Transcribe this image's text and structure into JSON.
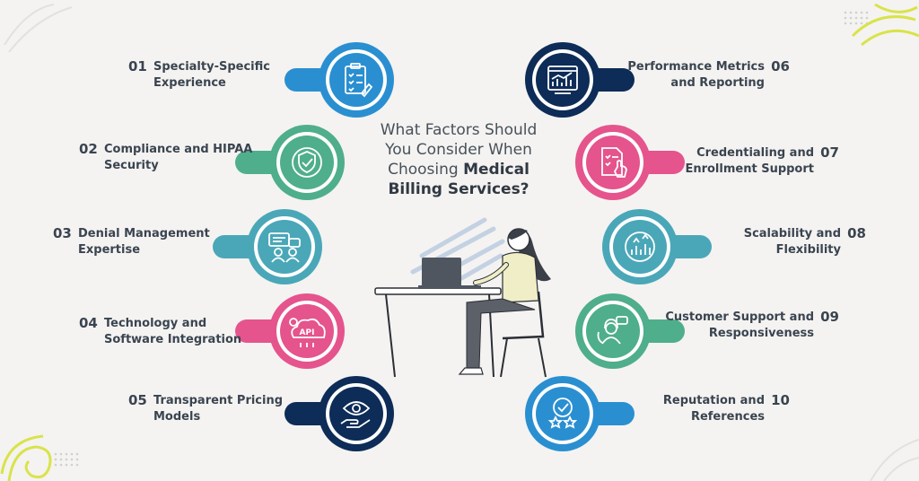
{
  "title": {
    "line1": "What Factors Should",
    "line2": "You Consider When",
    "line3_plain": "Choosing ",
    "line3_bold": "Medical",
    "line4_bold": "Billing Services?"
  },
  "colors": {
    "background": "#f4f3f1",
    "blue": "#2a8fd1",
    "green": "#4fae8b",
    "teal": "#4aa7b8",
    "pink": "#e5548c",
    "navy": "#0d2c57",
    "accent_yellow": "#d9e34a"
  },
  "factors": [
    {
      "num": "01",
      "line1": "Specialty-Specific",
      "line2": "Experience",
      "color": "#2a8fd1",
      "icon": "clipboard-checklist-icon"
    },
    {
      "num": "02",
      "line1": "Compliance and HIPAA",
      "line2": "Security",
      "color": "#4fae8b",
      "icon": "shield-check-icon"
    },
    {
      "num": "03",
      "line1": "Denial Management",
      "line2": "Expertise",
      "color": "#4aa7b8",
      "icon": "discussion-icon"
    },
    {
      "num": "04",
      "line1": "Technology and",
      "line2": "Software Integration",
      "color": "#e5548c",
      "icon": "api-cloud-icon"
    },
    {
      "num": "05",
      "line1": "Transparent Pricing",
      "line2": "Models",
      "color": "#0d2c57",
      "icon": "eye-hand-icon"
    },
    {
      "num": "06",
      "line1": "Performance Metrics",
      "line2": "and Reporting",
      "color": "#0d2c57",
      "icon": "dashboard-chart-icon"
    },
    {
      "num": "07",
      "line1": "Credentialing and",
      "line2": "Enrollment Support",
      "color": "#e5548c",
      "icon": "document-touch-icon"
    },
    {
      "num": "08",
      "line1": "Scalability and",
      "line2": "Flexibility",
      "color": "#4aa7b8",
      "icon": "growth-arrows-icon"
    },
    {
      "num": "09",
      "line1": "Customer Support and",
      "line2": "Responsiveness",
      "color": "#4fae8b",
      "icon": "support-agent-icon"
    },
    {
      "num": "10",
      "line1": "Reputation and",
      "line2": "References",
      "color": "#2a8fd1",
      "icon": "star-badge-icon"
    }
  ],
  "api_text": "API"
}
